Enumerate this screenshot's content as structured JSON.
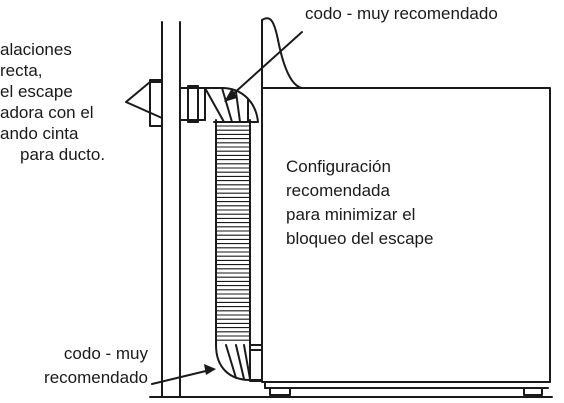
{
  "callouts": {
    "top_elbow": "codo - muy recomendado",
    "bottom_elbow_line1": "codo - muy",
    "bottom_elbow_line2": "recomendado"
  },
  "left_note_lines": [
    "alaciones",
    "recta,",
    "el escape",
    "adora con el",
    "ando cinta",
    "para ducto."
  ],
  "dryer_note_lines": [
    "Configuración",
    "recomendada",
    "para minimizar el",
    "bloqueo del escape"
  ],
  "colors": {
    "ink": "#1a1a1a",
    "background": "#ffffff"
  }
}
